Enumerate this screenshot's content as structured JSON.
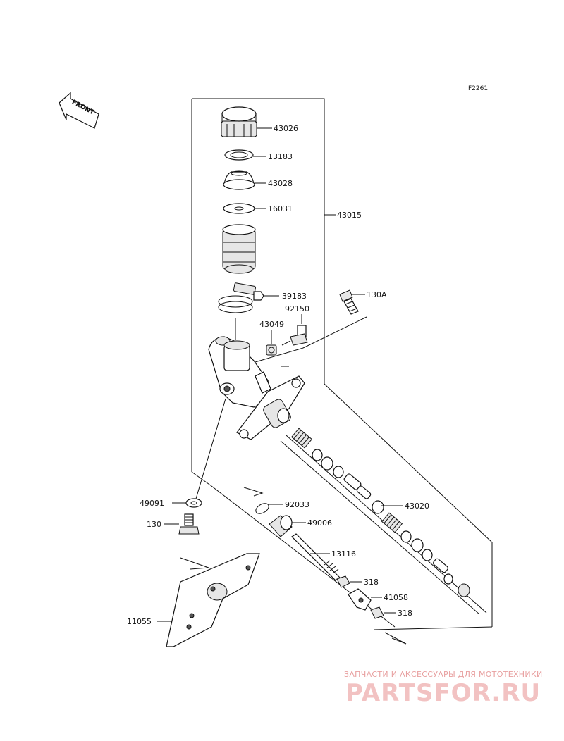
{
  "figure_code": "F2261",
  "front_label": "FRONT",
  "labels": {
    "p43026": "43026",
    "p13183": "13183",
    "p43028": "43028",
    "p16031": "16031",
    "p43015": "43015",
    "p39183": "39183",
    "p130A": "130A",
    "p92150": "92150",
    "p43049": "43049",
    "p43020": "43020",
    "p49091": "49091",
    "p92033": "92033",
    "p130": "130",
    "p49006": "49006",
    "p13116": "13116",
    "p318a": "318",
    "p41058": "41058",
    "p318b": "318",
    "p11055": "11055"
  },
  "watermark": {
    "tagline": "ЗАПЧАСТИ И АКСЕССУАРЫ ДЛЯ МОТОТЕХНИКИ",
    "logo": "PARTSFOR.RU"
  }
}
